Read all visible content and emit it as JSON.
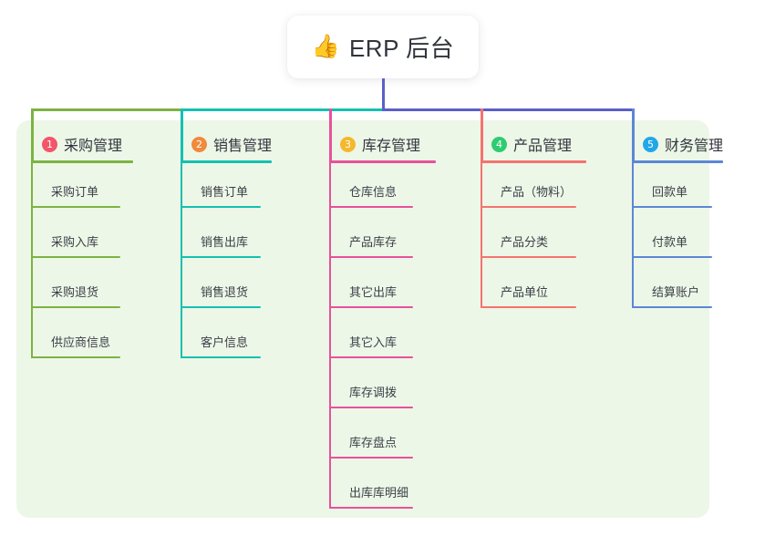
{
  "root": {
    "icon": "thumbs-up-emoji",
    "emoji": "👍",
    "label": "ERP 后台"
  },
  "colors": {
    "panel_bg": "#edf7e8",
    "page_bg": "#ffffff",
    "root_text": "#31343c",
    "branch_purple": "#5b5fc7",
    "green": "#7cb342",
    "teal": "#15c0b0",
    "pink": "#e8519b",
    "red": "#f4736f",
    "blue": "#5b87d6",
    "badge_1": "#f4556b",
    "badge_2": "#f08a3c",
    "badge_3": "#f5b82e",
    "badge_4": "#2ecc71",
    "badge_5": "#22a7e8"
  },
  "columns": [
    {
      "number": "1",
      "title": "采购管理",
      "badge_color": "#f4556b",
      "line_color": "#7cb342",
      "items": [
        "采购订单",
        "采购入库",
        "采购退货",
        "供应商信息"
      ]
    },
    {
      "number": "2",
      "title": "销售管理",
      "badge_color": "#f08a3c",
      "line_color": "#15c0b0",
      "items": [
        "销售订单",
        "销售出库",
        "销售退货",
        "客户信息"
      ]
    },
    {
      "number": "3",
      "title": "库存管理",
      "badge_color": "#f5b82e",
      "line_color": "#e8519b",
      "items": [
        "仓库信息",
        "产品库存",
        "其它出库",
        "其它入库",
        "库存调拨",
        "库存盘点",
        "出库库明细"
      ]
    },
    {
      "number": "4",
      "title": "产品管理",
      "badge_color": "#2ecc71",
      "line_color": "#f4736f",
      "items": [
        "产品（物料）",
        "产品分类",
        "产品单位"
      ]
    },
    {
      "number": "5",
      "title": "财务管理",
      "badge_color": "#22a7e8",
      "line_color": "#5b87d6",
      "items": [
        "回款单",
        "付款单",
        "结算账户"
      ]
    }
  ]
}
